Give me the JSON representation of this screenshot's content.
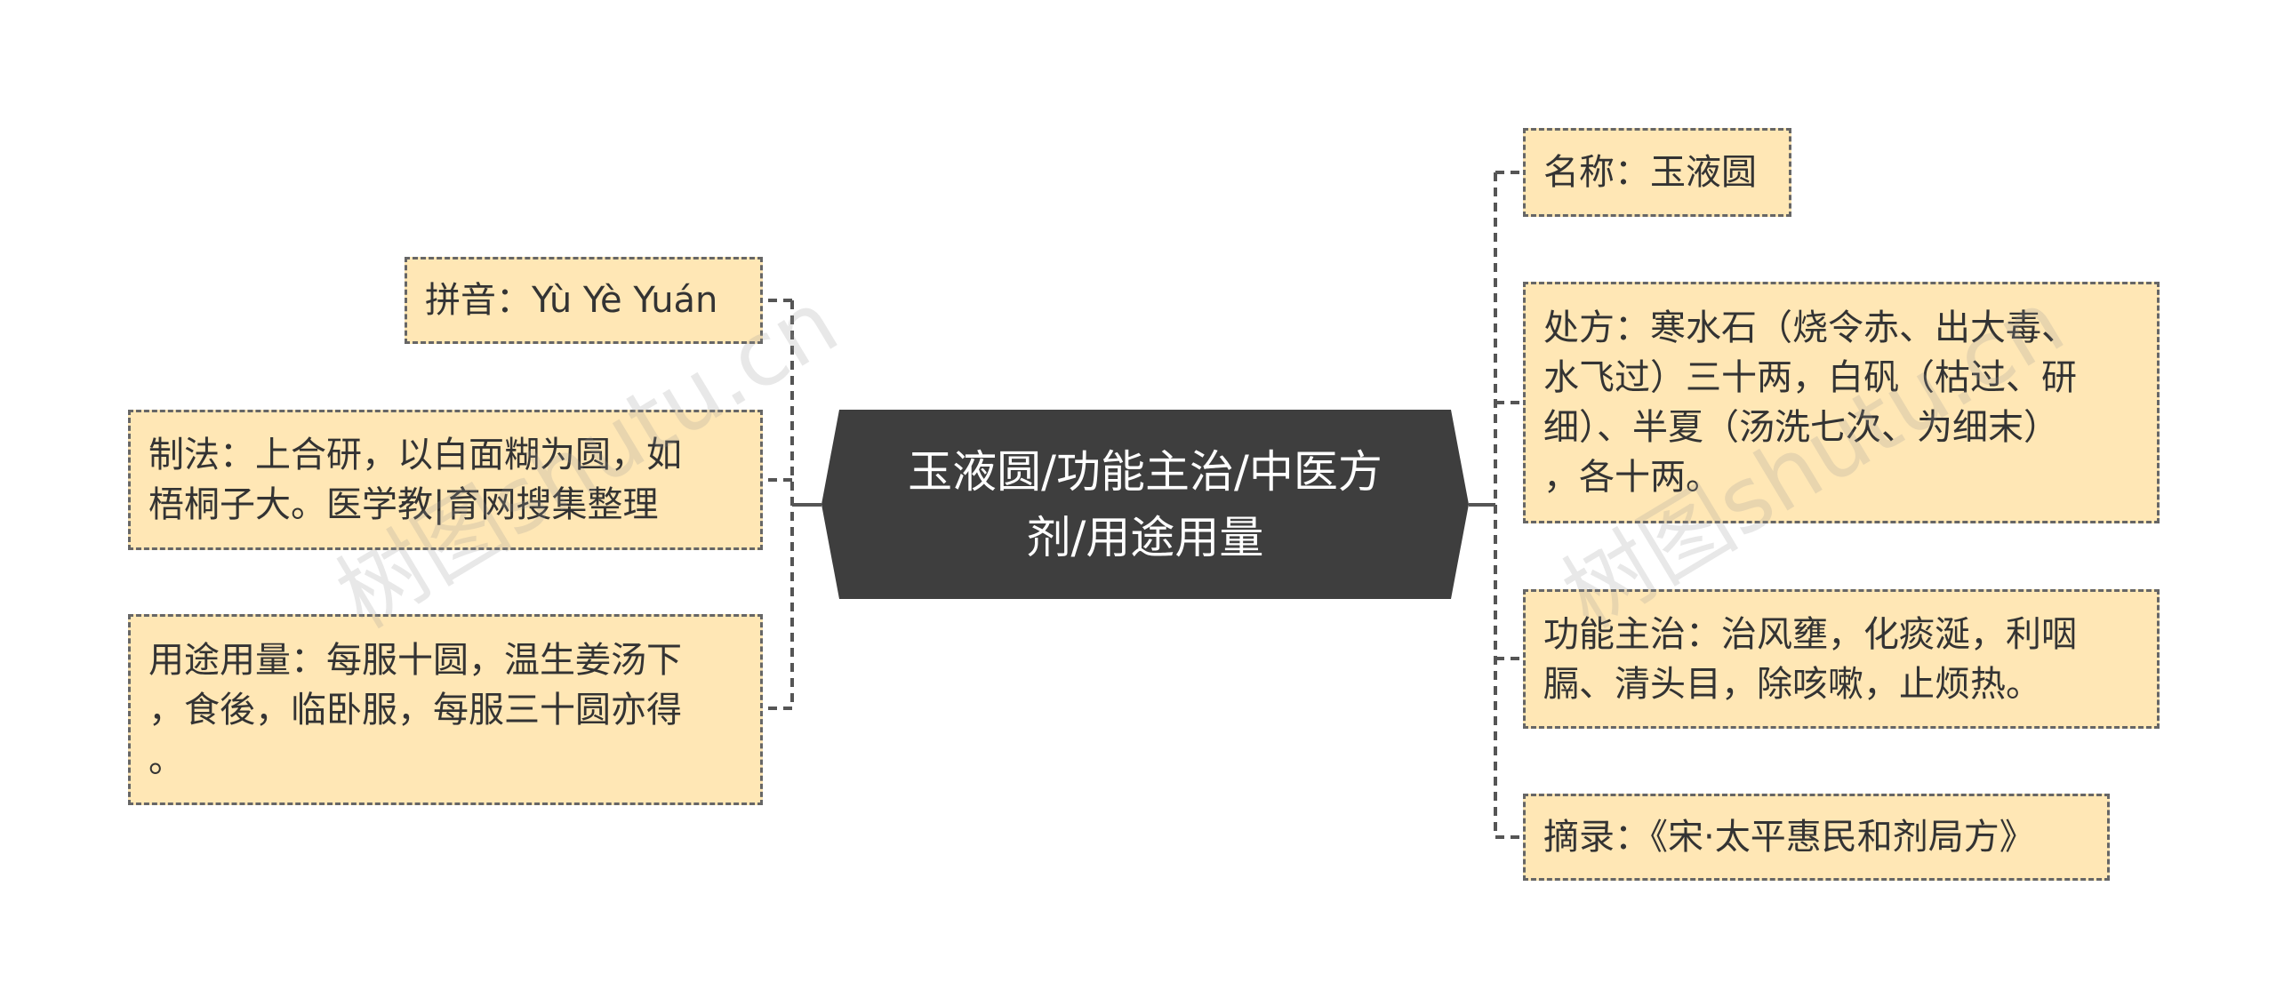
{
  "central": {
    "lines": [
      "玉液圆/功能主治/中医方",
      "剂/用途用量"
    ]
  },
  "left": [
    {
      "lines": [
        "拼音：Yù Yè Yuán"
      ]
    },
    {
      "lines": [
        "制法：上合研，以白面糊为圆，如",
        "梧桐子大。医学教|育网搜集整理"
      ]
    },
    {
      "lines": [
        "用途用量：每服十圆，温生姜汤下",
        "，食後，临卧服，每服三十圆亦得",
        "。"
      ]
    }
  ],
  "right": [
    {
      "lines": [
        "名称：玉液圆"
      ]
    },
    {
      "lines": [
        "处方：寒水石（烧令赤、出大毒、",
        "水飞过）三十两，白矾（枯过、研",
        "细）、半夏（汤洗七次、为细末）",
        "，各十两。"
      ]
    },
    {
      "lines": [
        "功能主治：治风壅，化痰涎，利咽",
        "膈、清头目，除咳嗽，止烦热。"
      ]
    },
    {
      "lines": [
        "摘录：《宋·太平惠民和剂局方》"
      ]
    }
  ],
  "watermark": "树图shutu.cn",
  "colors": {
    "central_fill": "#3e3e3e",
    "node_fill": "#ffe7b5",
    "node_border": "#666666",
    "connector": "#555555"
  }
}
